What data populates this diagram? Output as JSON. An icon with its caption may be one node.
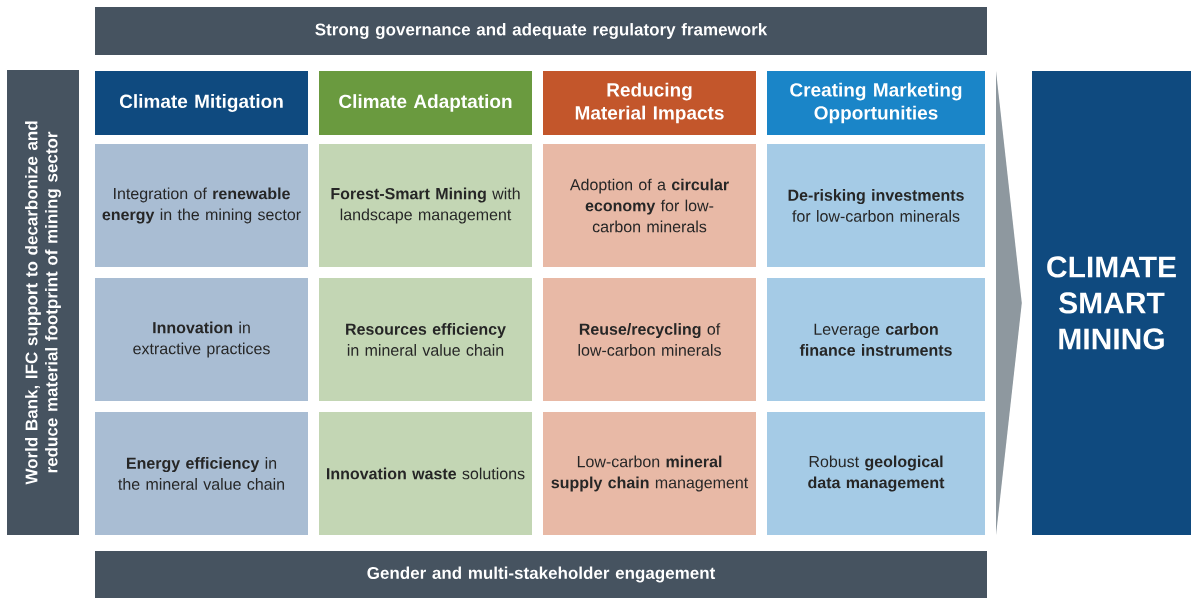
{
  "diagram": {
    "nodes": [
      {
        "text": [
          "Strong governance and adequate regulatory framework"
        ]
      },
      {
        "text": [
          "World Bank, IFC support to decarbonize and reduce material footprint of mining sector"
        ]
      },
      {
        "text": [
          "Climate Mitigation"
        ]
      },
      {
        "text": [
          "Climate Adaptation"
        ]
      },
      {
        "text": [
          "Reducing Material Impacts"
        ]
      },
      {
        "text": [
          "Creating Marketing Opportunities"
        ]
      },
      {
        "text": [
          "Integration of **renewable energy** in the mining sector"
        ]
      },
      {
        "text": [
          "**Forest-Smart Mining** with landscape management"
        ]
      },
      {
        "text": [
          "Adoption of a **circular economy** for low-carbon minerals"
        ]
      },
      {
        "text": [
          "**De-risking investments** for low-carbon minerals"
        ]
      },
      {
        "text": [
          "**Innovation** in extractive practices"
        ]
      },
      {
        "text": [
          "**Resources efficiency** in mineral value chain"
        ]
      },
      {
        "text": [
          "**Reuse/recycling** of low-carbon minerals"
        ]
      },
      {
        "text": [
          "Leverage **carbon finance instruments**"
        ]
      },
      {
        "text": [
          "**Energy efficiency** in the mineral value chain"
        ]
      },
      {
        "text": [
          "**Innovation waste** solutions"
        ]
      },
      {
        "text": [
          "Low-carbon **mineral supply chain** management"
        ]
      },
      {
        "text": [
          "Robust **geological data management**"
        ]
      },
      {
        "text": [
          "CLIMATE SMART MINING"
        ]
      },
      {
        "text": [
          "Gender and multi-stakeholder engagement"
        ]
      }
    ],
    "edges": [
      {
        "from": null,
        "to": 18,
        "arrow": "to"
      }
    ]
  }
}
